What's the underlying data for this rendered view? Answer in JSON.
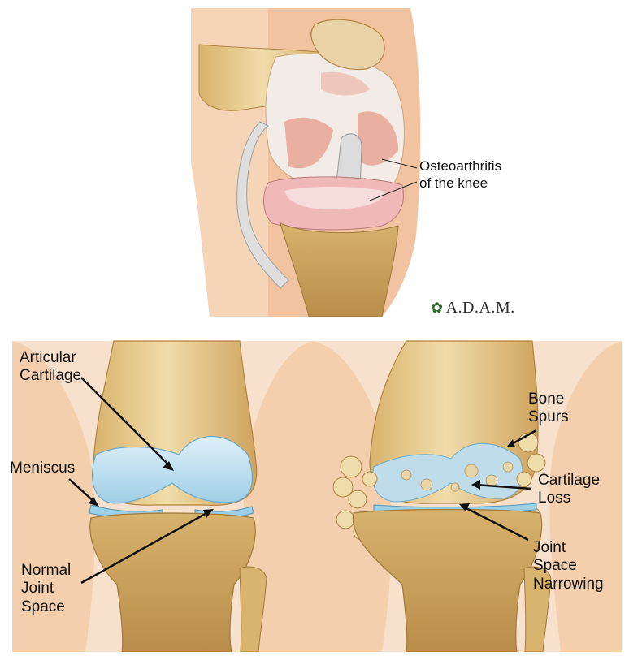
{
  "top_panel": {
    "label_line1": "Osteoarthritis",
    "label_line2": "of the knee",
    "logo": "A.D.A.M."
  },
  "normal_knee": {
    "articular_cartilage": [
      "Articular",
      "Cartilage"
    ],
    "meniscus": "Meniscus",
    "joint_space": [
      "Normal",
      "Joint",
      "Space"
    ]
  },
  "arthritic_knee": {
    "bone_spurs": [
      "Bone",
      "Spurs"
    ],
    "cartilage_loss": [
      "Cartilage",
      "Loss"
    ],
    "joint_space_narrowing": [
      "Joint",
      "Space",
      "Narrowing"
    ]
  },
  "colors": {
    "bone": "#e3c98a",
    "bone_dark": "#c9a35a",
    "skin": "#f6d2b4",
    "cartilage": "#bfe0ef",
    "arthritic_cartilage": "#e9b6a8",
    "meniscus": "#f0b9b9"
  }
}
